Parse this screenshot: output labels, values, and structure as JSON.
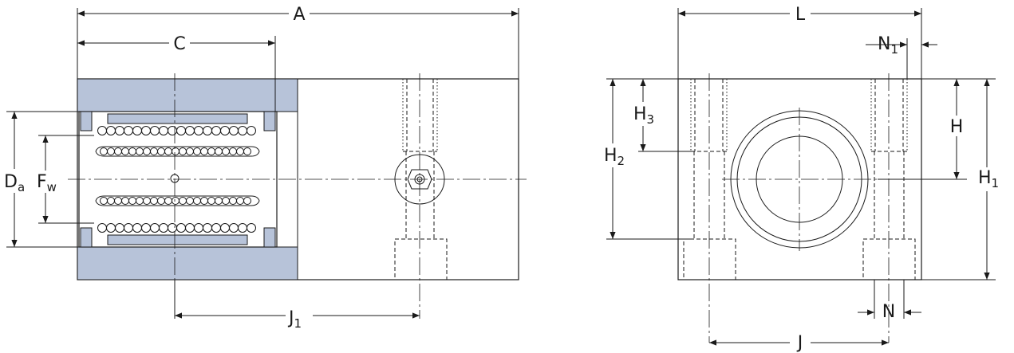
{
  "colors": {
    "housing_fill": "#b7c3d9",
    "line": "#1a1a1a",
    "background": "#ffffff"
  },
  "side_view": {
    "dim_A": "A",
    "dim_C": "C",
    "dim_Da_main": "D",
    "dim_Da_sub": "a",
    "dim_Fw_main": "F",
    "dim_Fw_sub": "w",
    "dim_J1_main": "J",
    "dim_J1_sub": "1"
  },
  "end_view": {
    "dim_L": "L",
    "dim_N1_main": "N",
    "dim_N1_sub": "1",
    "dim_H": "H",
    "dim_H1_main": "H",
    "dim_H1_sub": "1",
    "dim_H2_main": "H",
    "dim_H2_sub": "2",
    "dim_H3_main": "H",
    "dim_H3_sub": "3",
    "dim_N": "N",
    "dim_J": "J"
  }
}
